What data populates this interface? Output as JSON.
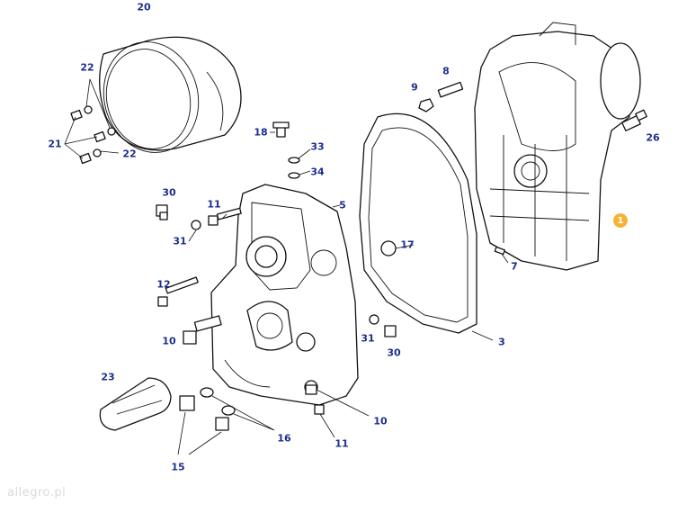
{
  "callouts": {
    "c1": "1",
    "c3": "3",
    "c5": "5",
    "c7": "7",
    "c8": "8",
    "c9": "9",
    "c10a": "10",
    "c10b": "10",
    "c11a": "11",
    "c11b": "11",
    "c12": "12",
    "c15": "15",
    "c16": "16",
    "c17": "17",
    "c18": "18",
    "c20": "20",
    "c21": "21",
    "c22a": "22",
    "c22b": "22",
    "c23": "23",
    "c26": "26",
    "c30a": "30",
    "c30b": "30",
    "c31a": "31",
    "c31b": "31",
    "c33": "33",
    "c34": "34"
  },
  "colors": {
    "callout": "#1c2f8c",
    "badge": "#f5b335",
    "line": "#111111"
  },
  "watermark": "allegro.pl"
}
